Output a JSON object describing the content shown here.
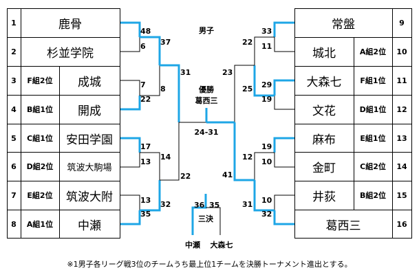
{
  "title": "男子",
  "winner_label": "優勝",
  "winner": "葛西三",
  "final_score": "24-31",
  "third_place_label": "三決",
  "third_place_teams": [
    "中瀬",
    "大森七"
  ],
  "third_place_scores": [
    "36",
    "35"
  ],
  "note": "※1男子各リーグ戦3位のチームうち最上位1チームを決勝トーナメント進出とする。",
  "left_teams": [
    {
      "num": "1",
      "group": "",
      "name": "鹿骨"
    },
    {
      "num": "2",
      "group": "",
      "name": "杉並学院"
    },
    {
      "num": "3",
      "group": "F組2位",
      "name": "成城"
    },
    {
      "num": "4",
      "group": "B組1位",
      "name": "開成"
    },
    {
      "num": "5",
      "group": "C組1位",
      "name": "安田学園"
    },
    {
      "num": "6",
      "group": "D組2位",
      "name": "筑波大駒場"
    },
    {
      "num": "7",
      "group": "E組2位",
      "name": "筑波大附"
    },
    {
      "num": "8",
      "group": "A組1位",
      "name": "中瀬"
    }
  ],
  "right_teams": [
    {
      "num": "9",
      "group": "",
      "name": "常盤"
    },
    {
      "num": "10",
      "group": "A組2位",
      "name": "城北"
    },
    {
      "num": "11",
      "group": "F組1位",
      "name": "大森七"
    },
    {
      "num": "12",
      "group": "D組1位",
      "name": "文花"
    },
    {
      "num": "13",
      "group": "E組1位",
      "name": "麻布"
    },
    {
      "num": "14",
      "group": "C組2位",
      "name": "金町"
    },
    {
      "num": "15",
      "group": "B組2位",
      "name": "井荻"
    },
    {
      "num": "16",
      "group": "",
      "name": "葛西三"
    }
  ],
  "scores": {
    "l_r1_m1": [
      "48",
      "6"
    ],
    "l_r1_m2": [
      "7",
      "22"
    ],
    "l_r1_m3": [
      "17",
      "13"
    ],
    "l_r1_m4": [
      "13",
      "35"
    ],
    "l_r2_m1": [
      "37",
      "8"
    ],
    "l_r2_m2": [
      "14",
      "32"
    ],
    "l_r3": [
      "31",
      "22"
    ],
    "r_r1_m1": [
      "33",
      "11"
    ],
    "r_r1_m2": [
      "29",
      "19"
    ],
    "r_r1_m3": [
      "19",
      "10"
    ],
    "r_r1_m4": [
      "10",
      "32"
    ],
    "r_r2_m1": [
      "22",
      "25"
    ],
    "r_r2_m2": [
      "12",
      "31"
    ],
    "r_r3": [
      "23",
      "41"
    ]
  },
  "colors": {
    "win_line": "#1ea6e6",
    "line": "#000000"
  }
}
